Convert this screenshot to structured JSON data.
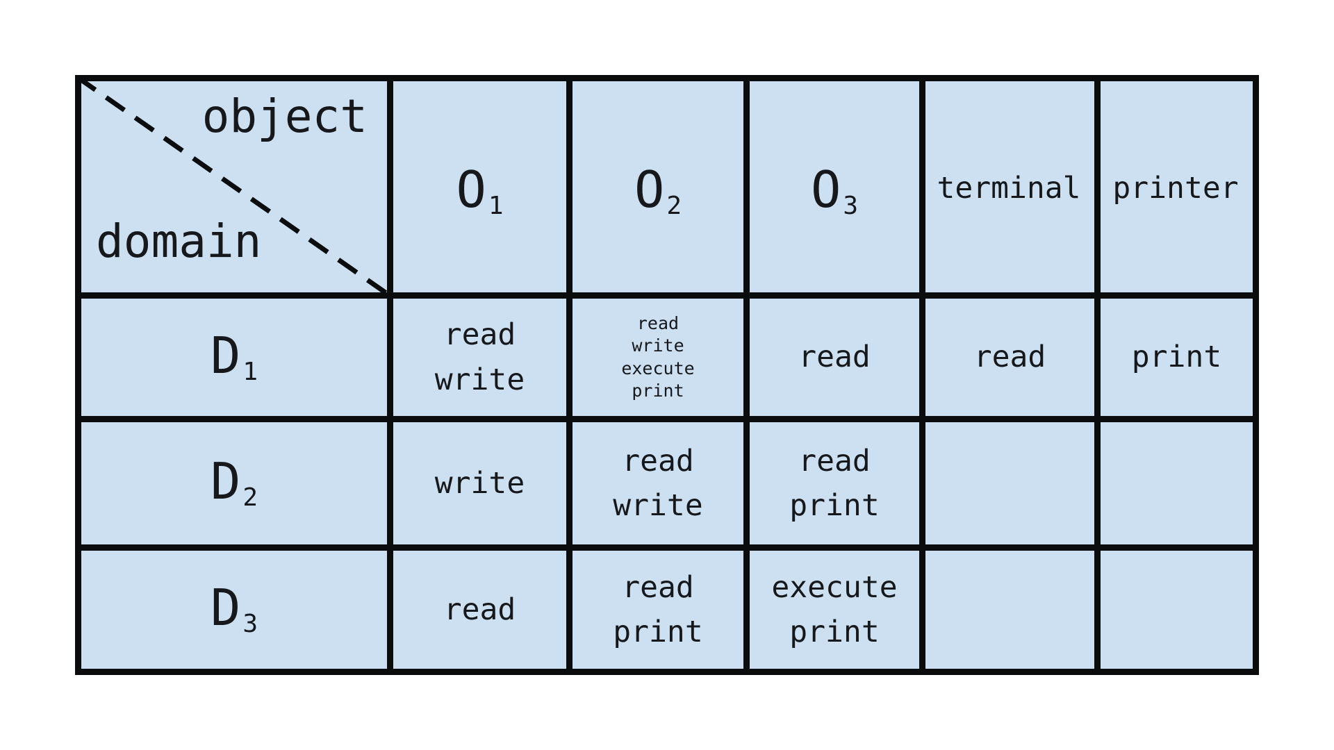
{
  "colors": {
    "page_bg": "#ffffff",
    "cell_bg": "#cde0f2",
    "border": "#0b0c0e",
    "text": "#16181b"
  },
  "corner": {
    "object_label": "object",
    "domain_label": "domain"
  },
  "columns": [
    {
      "base": "O",
      "sub": "1"
    },
    {
      "base": "O",
      "sub": "2"
    },
    {
      "base": "O",
      "sub": "3"
    },
    {
      "base": "terminal",
      "sub": ""
    },
    {
      "base": "printer",
      "sub": ""
    }
  ],
  "rows": [
    {
      "label": {
        "base": "D",
        "sub": "1"
      },
      "cells": [
        [
          "read",
          "write"
        ],
        [
          "read",
          "write",
          "execute",
          "print"
        ],
        [
          "read"
        ],
        [
          "read"
        ],
        [
          "print"
        ]
      ]
    },
    {
      "label": {
        "base": "D",
        "sub": "2"
      },
      "cells": [
        [
          "write"
        ],
        [
          "read",
          "write"
        ],
        [
          "read",
          "print"
        ],
        [],
        []
      ]
    },
    {
      "label": {
        "base": "D",
        "sub": "3"
      },
      "cells": [
        [
          "read"
        ],
        [
          "read",
          "print"
        ],
        [
          "execute",
          "print"
        ],
        [],
        []
      ]
    }
  ]
}
